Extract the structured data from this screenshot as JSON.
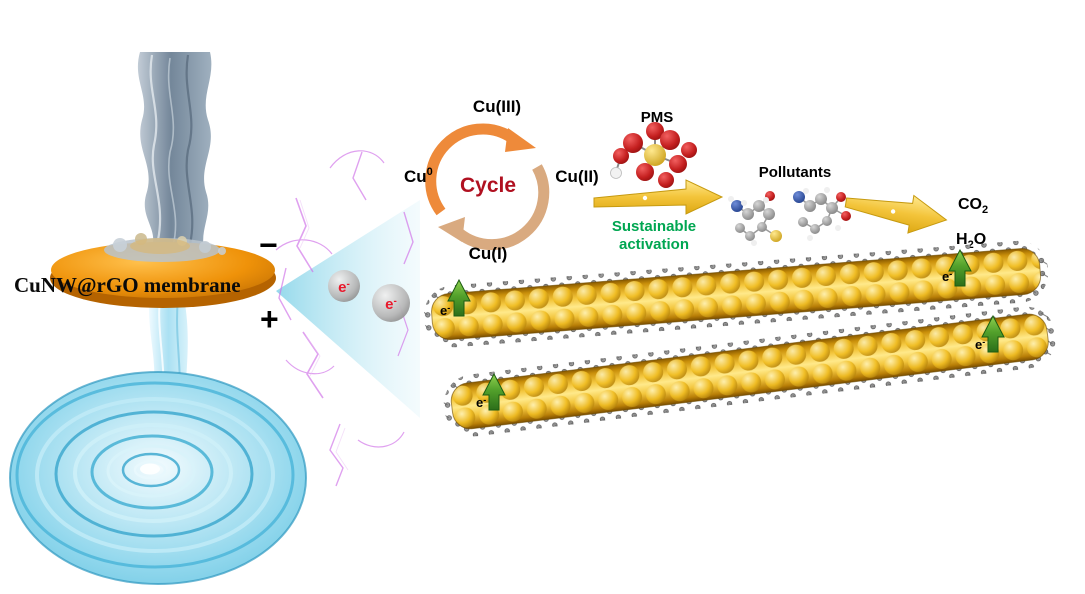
{
  "membrane": {
    "label": "CuNW@rGO membrane",
    "minus": "−",
    "plus": "+"
  },
  "electron": {
    "base": "e",
    "sup": "-"
  },
  "cycle": {
    "title": "Cycle",
    "cu3": "Cu(III)",
    "cu0_base": "Cu",
    "cu0_sup": "0",
    "cu2": "Cu(II)",
    "cu1": "Cu(I)"
  },
  "pms": {
    "label": "PMS"
  },
  "activation": {
    "line1": "Sustainable",
    "line2": "activation"
  },
  "pollutants": {
    "label": "Pollutants"
  },
  "products": {
    "co2_base": "CO",
    "co2_sub": "2",
    "h2o_h": "H",
    "h2o_sub": "2",
    "h2o_o": "O"
  },
  "colors": {
    "membrane_orange": "#ef9209",
    "cycle_red": "#b01020",
    "activation_green": "#00a651",
    "arrow_gold": "#eebc2a",
    "electron_arrow_green": "#3f8f25",
    "electron_red": "#e8192c",
    "beam_cyan": "#aee3f2"
  }
}
